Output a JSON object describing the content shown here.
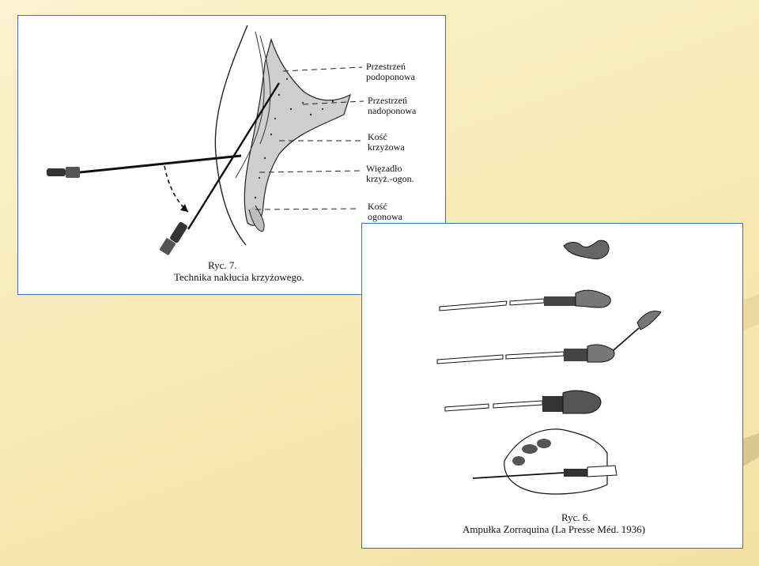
{
  "figure7": {
    "labels": [
      {
        "line1": "Przestrzeń",
        "line2": "podoponowa"
      },
      {
        "line1": "Przestrzeń",
        "line2": "nadoponowa"
      },
      {
        "line1": "Kość",
        "line2": "krzyżowa"
      },
      {
        "line1": "Więzadło",
        "line2": "krzyż.-ogon."
      },
      {
        "line1": "Kość",
        "line2": "ogonowa"
      }
    ],
    "caption_number": "Ryc. 7.",
    "caption_text": "Technika nakłucia krzyżowego."
  },
  "figure6": {
    "caption_number": "Ryc. 6.",
    "caption_text": "Ampułka Zorraquina (La Presse Méd. 1936)"
  },
  "colors": {
    "background": "#f7e9b2",
    "frame_border": "#3a6fd8",
    "ink": "#111111"
  }
}
